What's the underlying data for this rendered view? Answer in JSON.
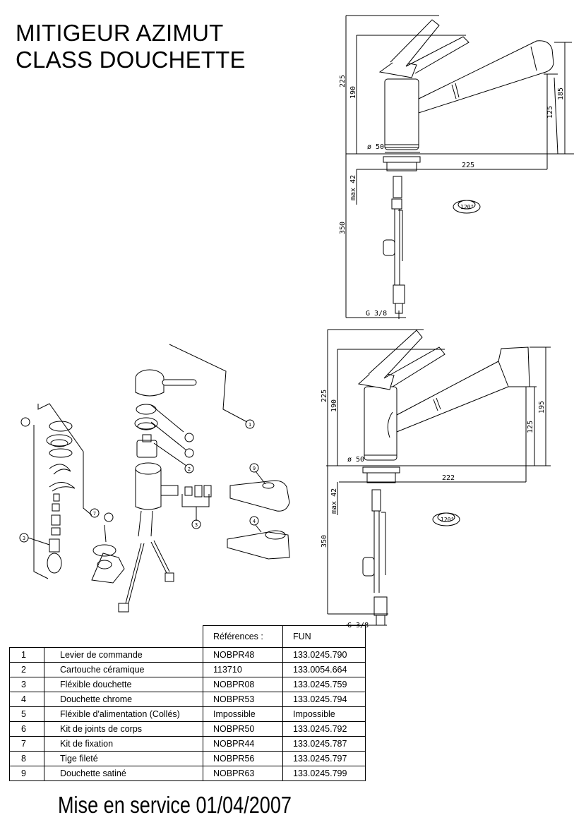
{
  "title": {
    "line1": "MITIGEUR AZIMUT",
    "line2": "CLASS DOUCHETTE"
  },
  "drawing_top": {
    "dims": {
      "h_total": "225",
      "h_body": "190",
      "h_spout_tip": "185",
      "h_spout": "125",
      "reach": "225",
      "diameter": "ø 50",
      "max_deck": "max 42",
      "hose": "350",
      "thread": "G 3/8",
      "rotation": "120°"
    }
  },
  "drawing_bottom": {
    "dims": {
      "h_total": "225",
      "h_body": "190",
      "h_spout_tip": "195",
      "h_spout": "125",
      "reach": "222",
      "diameter": "ø 50",
      "max_deck": "max 42",
      "hose": "350",
      "thread": "G 3/8",
      "rotation": "120°"
    }
  },
  "exploded_callouts": [
    "1",
    "2",
    "3",
    "4",
    "7",
    "9",
    "3"
  ],
  "table": {
    "header_ref": "Références :",
    "header_code": "FUN",
    "rows": [
      {
        "num": "1",
        "desc": "Levier de commande",
        "ref": "NOBPR48",
        "code": "133.0245.790"
      },
      {
        "num": "2",
        "desc": "Cartouche céramique",
        "ref": "113710",
        "code": "133.0054.664"
      },
      {
        "num": "3",
        "desc": "Fléxible douchette",
        "ref": "NOBPR08",
        "code": "133.0245.759"
      },
      {
        "num": "4",
        "desc": "Douchette chrome",
        "ref": "NOBPR53",
        "code": "133.0245.794"
      },
      {
        "num": "5",
        "desc": "Fléxible d'alimentation (Collés)",
        "ref": "Impossible",
        "code": "Impossible"
      },
      {
        "num": "6",
        "desc": "Kit de joints de corps",
        "ref": "NOBPR50",
        "code": "133.0245.792"
      },
      {
        "num": "7",
        "desc": "Kit de fixation",
        "ref": "NOBPR44",
        "code": "133.0245.787"
      },
      {
        "num": "8",
        "desc": "Tige fileté",
        "ref": "NOBPR56",
        "code": "133.0245.797"
      },
      {
        "num": "9",
        "desc": "Douchette satiné",
        "ref": "NOBPR63",
        "code": "133.0245.799"
      }
    ]
  },
  "footer": "Mise en service 01/04/2007"
}
